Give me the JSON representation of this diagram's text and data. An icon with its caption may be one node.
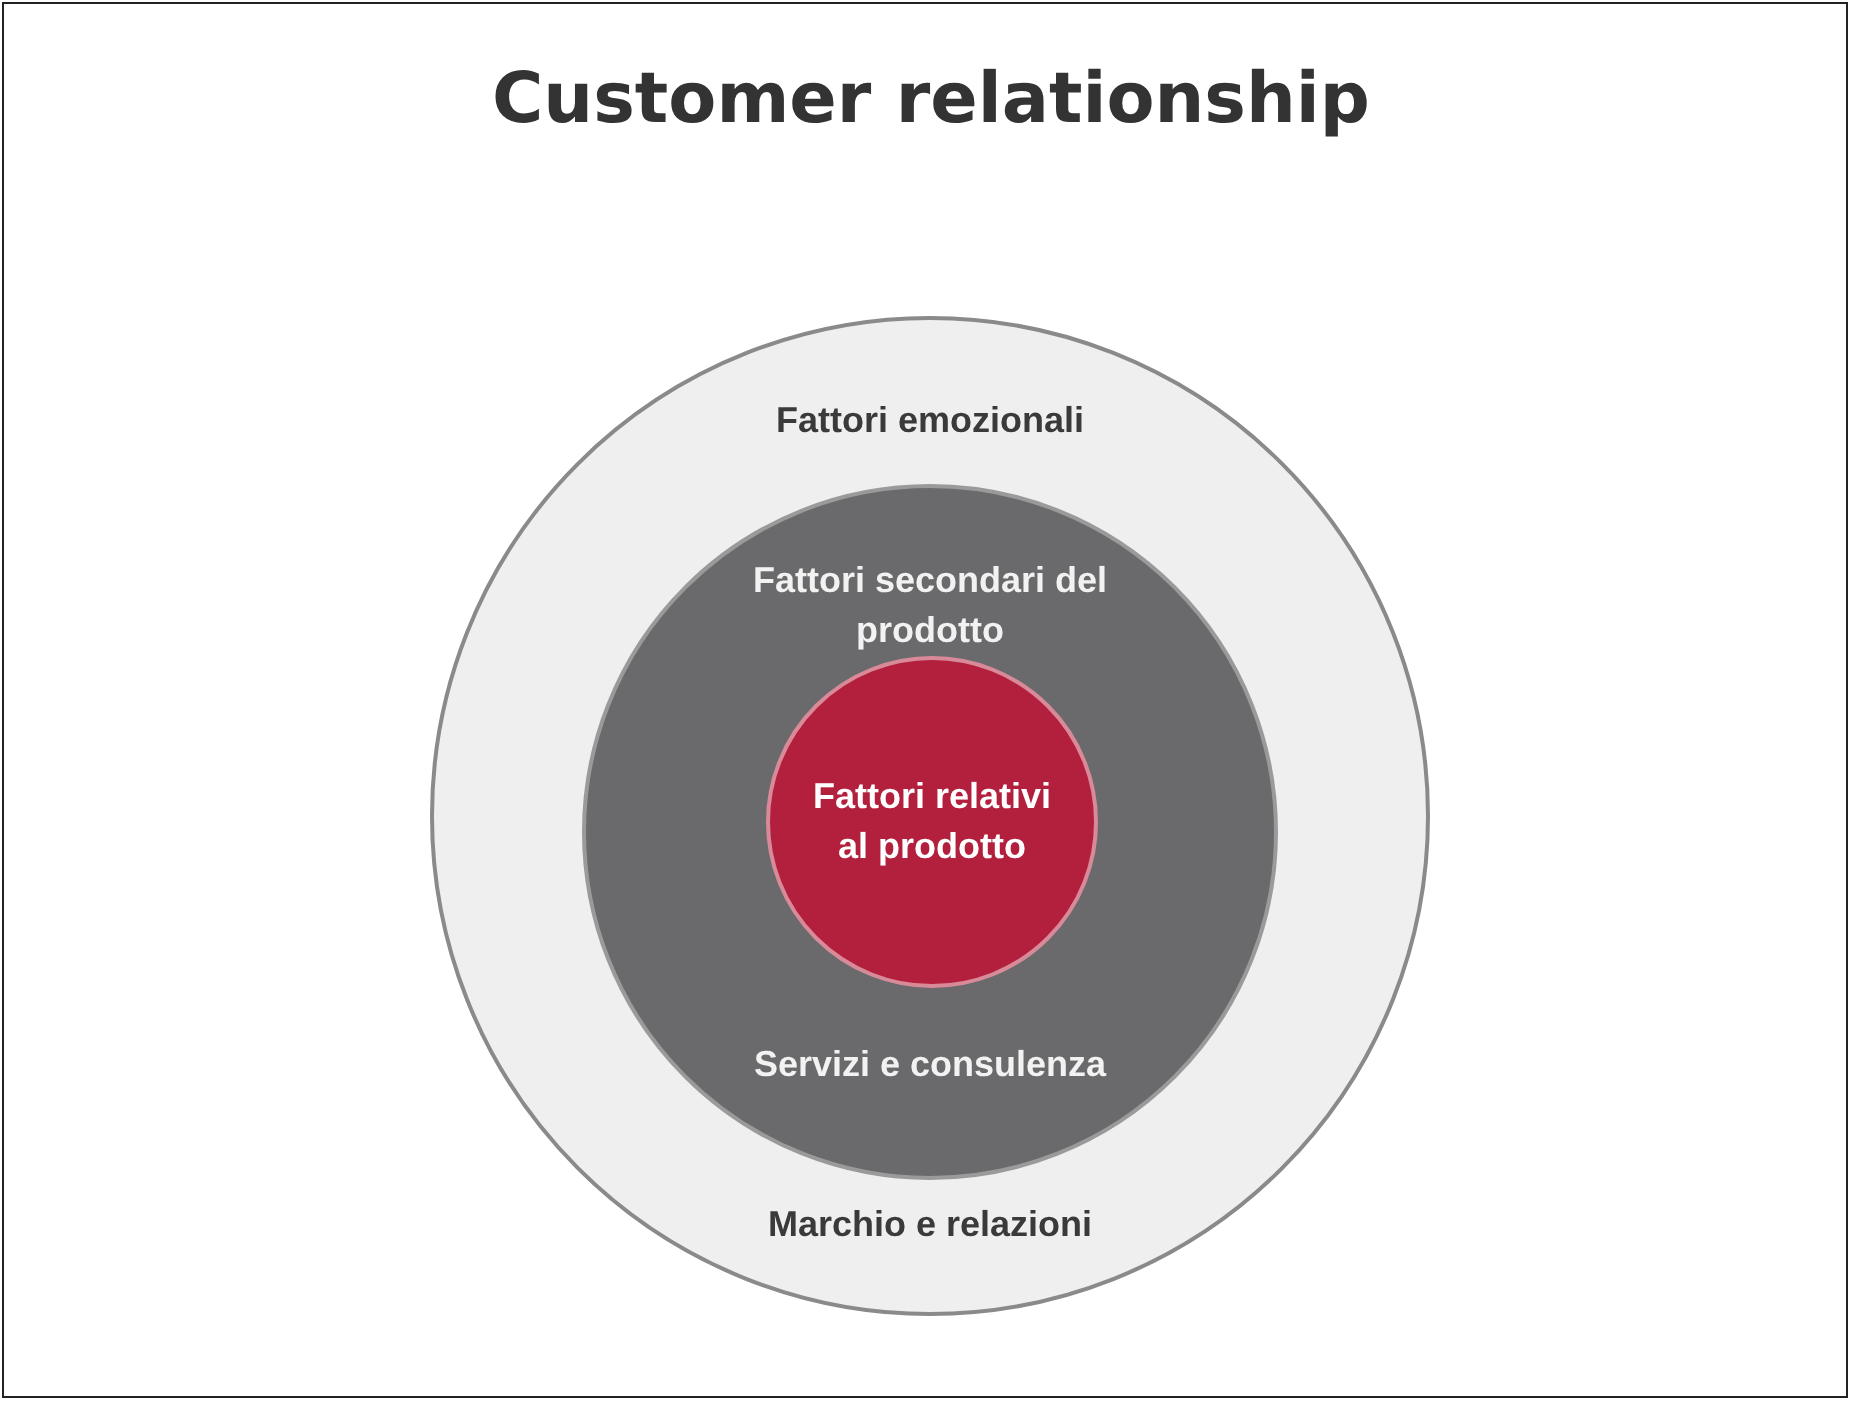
{
  "diagram": {
    "title": "Customer relationship",
    "nodes": [
      {
        "text": [
          "Fattori emozionali",
          "Marchio e relazioni"
        ]
      },
      {
        "text": [
          "Fattori secondari del prodotto",
          "Servizi e consulenza"
        ],
        "in": 0
      },
      {
        "text": [
          "Fattori relativi al prodotto"
        ],
        "in": 1
      }
    ]
  }
}
